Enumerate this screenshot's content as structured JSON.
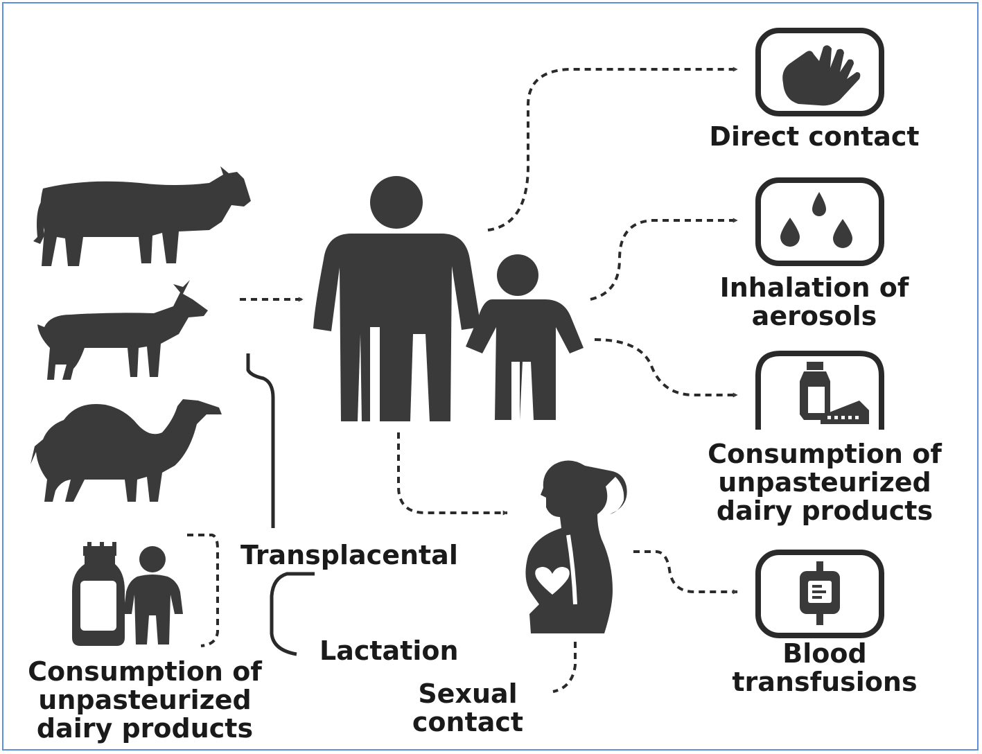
{
  "labels": {
    "direct_contact": "Direct contact",
    "inhalation_line1": "Inhalation of",
    "inhalation_line2": "aerosols",
    "consumption_right_line1": "Consumption of",
    "consumption_right_line2": "unpasteurized",
    "consumption_right_line3": "dairy products",
    "blood_line1": "Blood",
    "blood_line2": "transfusions",
    "transplacental": "Transplacental",
    "lactation": "Lactation",
    "sexual_line1": "Sexual",
    "sexual_line2": "contact",
    "consumption_left_line1": "Consumption of",
    "consumption_left_line2": "unpasteurized",
    "consumption_left_line3": "dairy products"
  },
  "icons": [
    "cow-icon",
    "goat-icon",
    "camel-icon",
    "milk-bottle-icon",
    "child-icon",
    "adult-icon",
    "pregnant-woman-icon",
    "hand-icon",
    "droplets-icon",
    "milk-cheese-icon",
    "blood-bag-icon"
  ],
  "colors": {
    "silhouette": "#3a3a3a",
    "frame": "#5b8fd6",
    "text": "#1a1a1a"
  }
}
